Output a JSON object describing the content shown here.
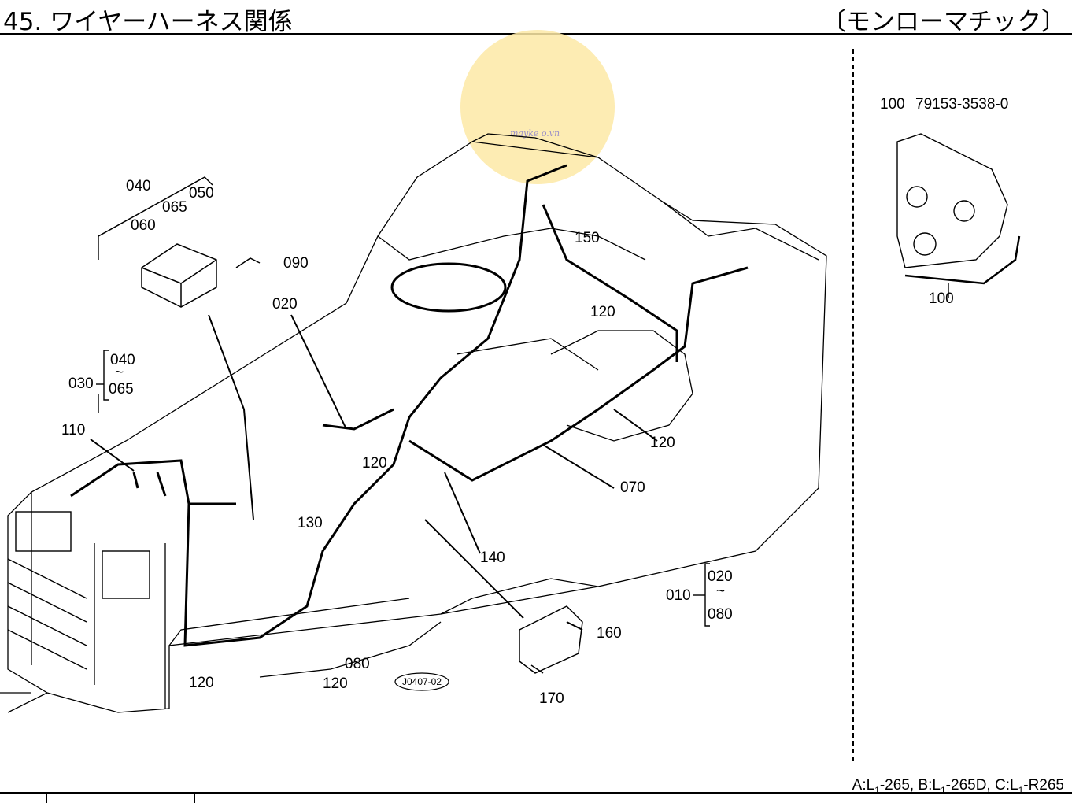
{
  "header": {
    "title": "45. ワイヤーハーネス関係",
    "variant": "〔モンローマチック〕"
  },
  "callouts": {
    "c010": "010",
    "c020": "020",
    "c030": "030",
    "c040": "040",
    "c050": "050",
    "c060": "060",
    "c065": "065",
    "c070": "070",
    "c080": "080",
    "c090": "090",
    "c100": "100",
    "c110": "110",
    "c120": "120",
    "c130": "130",
    "c140": "140",
    "c150": "150",
    "c160": "160",
    "c170": "170",
    "range_tilde": "~",
    "group030_top": "040",
    "group030_bottom": "065",
    "group010_top": "020",
    "group010_bottom": "080"
  },
  "inset": {
    "ref_no": "100",
    "part_no": "79153-3538-0",
    "label": "100"
  },
  "figure_code": "J0407-02",
  "watermark": "mayke o.vn",
  "footer": {
    "a_prefix": "A:L",
    "a_sub": "1",
    "a_model": "-265,",
    "b_prefix": "B:L",
    "b_sub": "1",
    "b_model": "-265D,",
    "c_prefix": "C:L",
    "c_sub": "1",
    "c_model": "-R265"
  },
  "colors": {
    "line": "#000000",
    "watermark_circle": "#fde9a6",
    "watermark_logo": "#9a8fc8"
  }
}
